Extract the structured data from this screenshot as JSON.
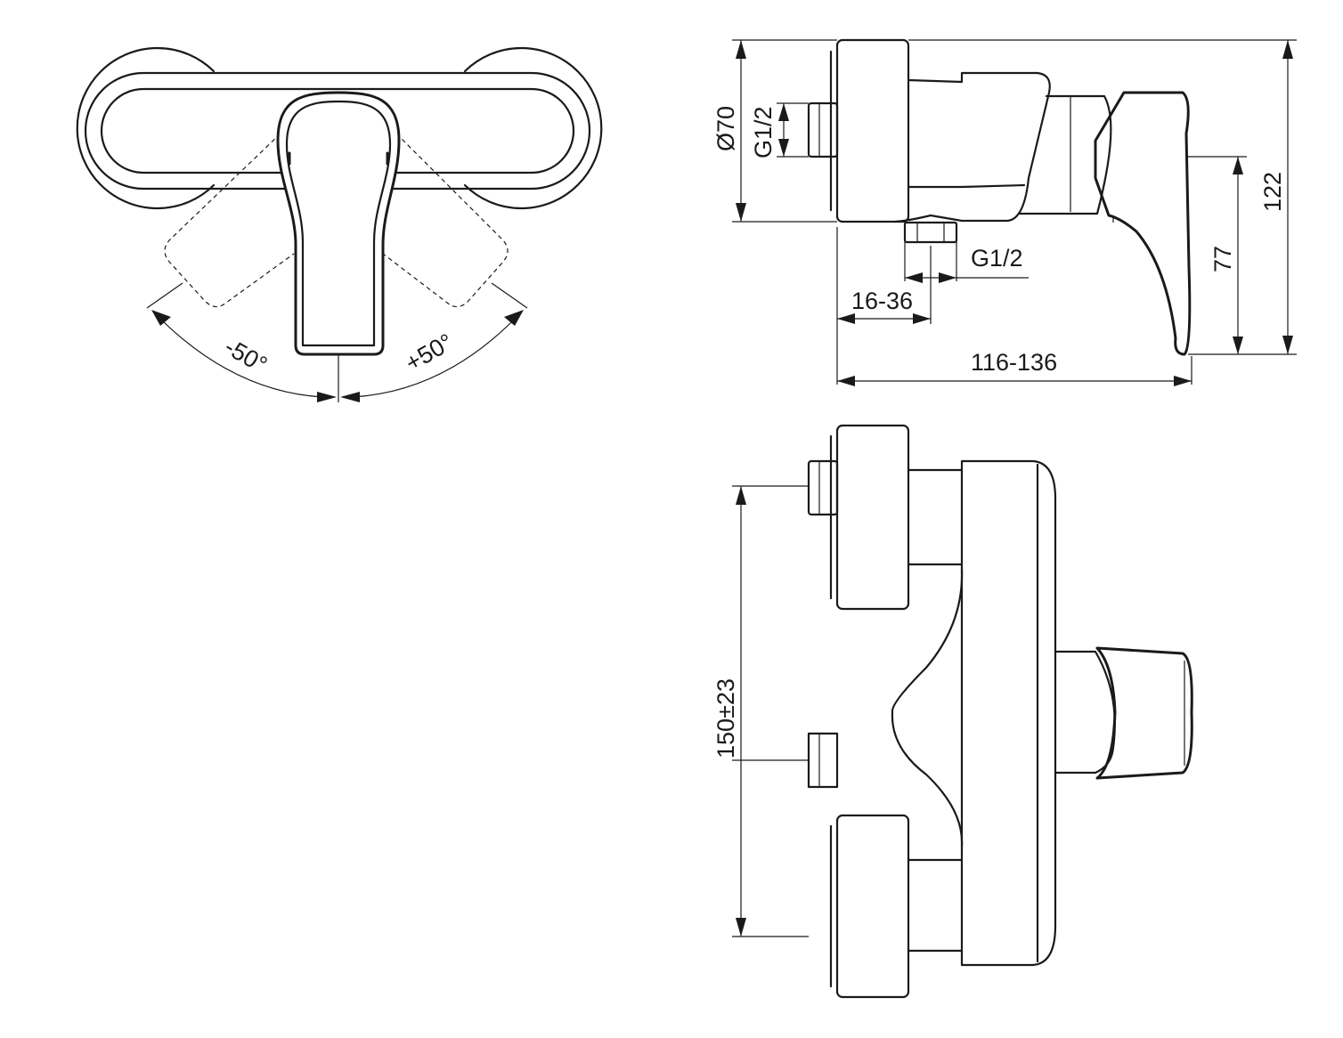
{
  "dimensions": {
    "diameter": "Ø70",
    "inlet_thread_side": "G1/2",
    "outlet_thread": "G1/2",
    "eccentric_range": "16-36",
    "depth_range": "116-136",
    "height_total": "122",
    "lever_height": "77",
    "center_distance": "150±23"
  },
  "angles": {
    "left": "-50°",
    "right": "+50°"
  }
}
